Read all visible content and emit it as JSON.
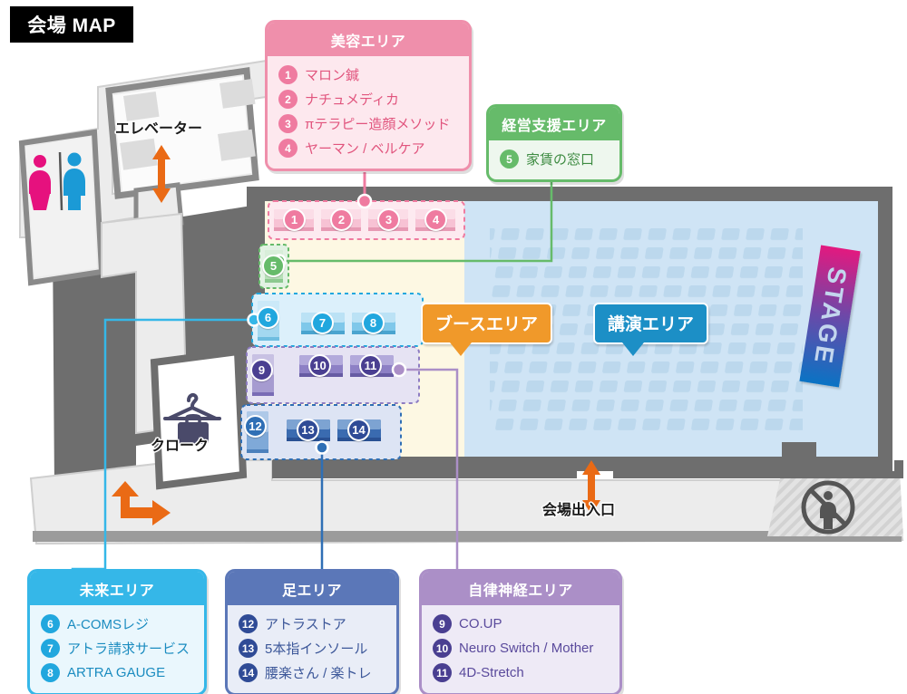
{
  "title": {
    "label": "会場 MAP"
  },
  "map_labels": {
    "elevator": "エレベーター",
    "cloakroom": "クローク",
    "entrance": "会場出入口",
    "stage": "STAGE",
    "booth_area": "ブースエリア",
    "lecture_area": "講演エリア"
  },
  "legends": [
    {
      "id": "beauty",
      "title": "美容エリア",
      "color": "#ef8fab",
      "items": [
        {
          "num": "1",
          "label": "マロン鍼"
        },
        {
          "num": "2",
          "label": "ナチュメディカ"
        },
        {
          "num": "3",
          "label": "πテラピー造顔メソッド"
        },
        {
          "num": "4",
          "label": "ヤーマン / ベルケア"
        }
      ]
    },
    {
      "id": "business",
      "title": "経営支援エリア",
      "color": "#66bb6a",
      "items": [
        {
          "num": "5",
          "label": "家賃の窓口"
        }
      ]
    },
    {
      "id": "future",
      "title": "未来エリア",
      "color": "#35b7e8",
      "items": [
        {
          "num": "6",
          "label": "A-COMSレジ"
        },
        {
          "num": "7",
          "label": "アトラ請求サービス"
        },
        {
          "num": "8",
          "label": "ARTRA GAUGE"
        }
      ]
    },
    {
      "id": "foot",
      "title": "足エリア",
      "color": "#5b77b8",
      "items": [
        {
          "num": "12",
          "label": "アトラストア"
        },
        {
          "num": "13",
          "label": "5本指インソール"
        },
        {
          "num": "14",
          "label": "腰楽さん / 楽トレ"
        }
      ]
    },
    {
      "id": "autonomic",
      "title": "自律神経エリア",
      "color": "#ab8fc7",
      "items": [
        {
          "num": "9",
          "label": "CO.UP"
        },
        {
          "num": "10",
          "label": "Neuro Switch / Mother"
        },
        {
          "num": "11",
          "label": "4D-Stretch"
        }
      ]
    }
  ],
  "booths": [
    {
      "num": "1",
      "color": "#ef7ba0"
    },
    {
      "num": "2",
      "color": "#ef7ba0"
    },
    {
      "num": "3",
      "color": "#ef7ba0"
    },
    {
      "num": "4",
      "color": "#ef7ba0"
    },
    {
      "num": "5",
      "color": "#66bb6a"
    },
    {
      "num": "6",
      "color": "#21a7de"
    },
    {
      "num": "7",
      "color": "#21a7de"
    },
    {
      "num": "8",
      "color": "#21a7de"
    },
    {
      "num": "9",
      "color": "#4a3f91"
    },
    {
      "num": "10",
      "color": "#4a3f91"
    },
    {
      "num": "11",
      "color": "#4a3f91"
    },
    {
      "num": "12",
      "color": "#2f6fb5"
    },
    {
      "num": "13",
      "color": "#2f4b96"
    },
    {
      "num": "14",
      "color": "#2f4b96"
    }
  ],
  "icons": {
    "restroom_female": "restroom-female-icon",
    "restroom_male": "restroom-male-icon",
    "cloak": "coat-hanger-bag-icon",
    "no_pedestrian": "no-pedestrian-icon",
    "arrow_elevator": "up-down-arrow-icon",
    "arrow_entrance": "up-down-arrow-icon",
    "arrow_corridor": "curved-arrow-icon"
  },
  "colors": {
    "floor_light": "#ececec",
    "floor_dark": "#6e6e6e",
    "booth_floor": "#fdf8e3",
    "lecture_floor": "#cfe4f5",
    "accent_orange": "#ea6a15"
  }
}
